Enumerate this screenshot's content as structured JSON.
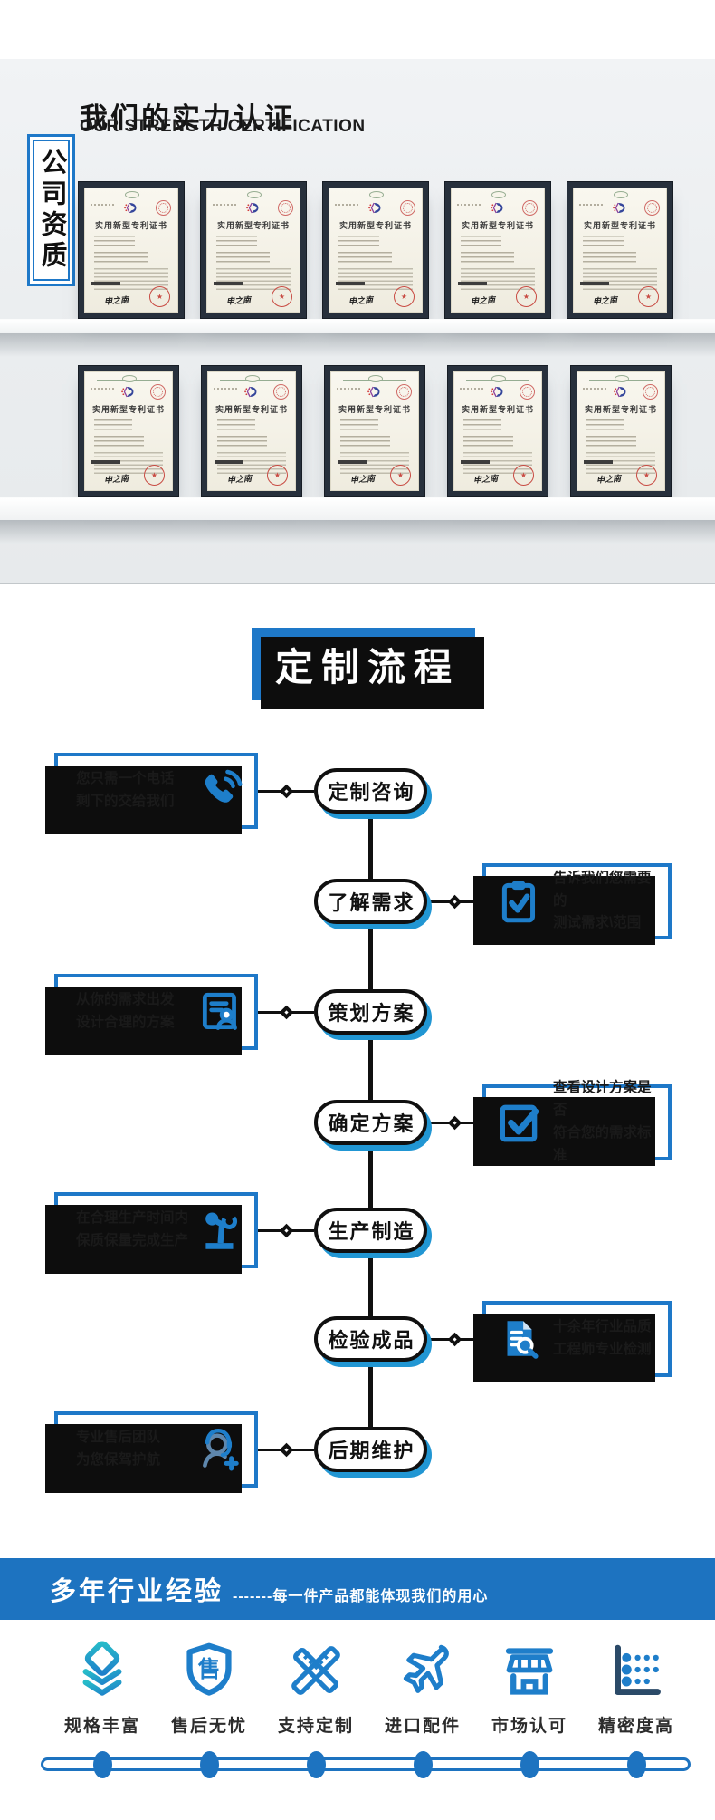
{
  "theme": {
    "accent": "#1e78c8",
    "accent_dark": "#1d73c0",
    "ink": "#101010",
    "node_shadow": "#2196d3",
    "teal": "#27bcc9"
  },
  "certification": {
    "tag": "公司资质",
    "title": "我们的实力认证",
    "subtitle": "OUR STRENGTH CERTIFICATION",
    "certificate": {
      "title": "实用新型专利证书",
      "signature": "申之南"
    },
    "shelves": [
      {
        "count": 5
      },
      {
        "count": 5
      }
    ]
  },
  "process": {
    "title": "定制流程",
    "steps": [
      {
        "node": "定制咨询",
        "side": "left",
        "icon": "phone-icon",
        "note_lines": [
          "您只需一个电话",
          "剩下的交给我们"
        ]
      },
      {
        "node": "了解需求",
        "side": "right",
        "icon": "clipboard-check-icon",
        "note_lines": [
          "告诉我们您需要的",
          "测试需求\\范围"
        ]
      },
      {
        "node": "策划方案",
        "side": "left",
        "icon": "document-user-icon",
        "note_lines": [
          "从你的需求出发",
          "设计合理的方案"
        ]
      },
      {
        "node": "确定方案",
        "side": "right",
        "icon": "checkbox-icon",
        "note_lines": [
          "查看设计方案是否",
          "符合您的需求标准"
        ]
      },
      {
        "node": "生产制造",
        "side": "left",
        "icon": "robot-arm-icon",
        "note_lines": [
          "在合理生产时间内",
          "保质保量完成生产"
        ]
      },
      {
        "node": "检验成品",
        "side": "right",
        "icon": "document-search-icon",
        "note_lines": [
          "十余年行业品质",
          "工程师专业检测"
        ]
      },
      {
        "node": "后期维护",
        "side": "left",
        "icon": "headset-user-icon",
        "note_lines": [
          "专业售后团队",
          "为您保驾护航"
        ]
      }
    ]
  },
  "experience": {
    "title": "多年行业经验",
    "subtitle": "-------每一件产品都能体现我们的用心",
    "features": [
      {
        "label": "规格丰富",
        "icon": "layers-icon"
      },
      {
        "label": "售后无忧",
        "icon": "shield-icon",
        "icon_text": "售"
      },
      {
        "label": "支持定制",
        "icon": "rulers-icon"
      },
      {
        "label": "进口配件",
        "icon": "plane-icon"
      },
      {
        "label": "市场认可",
        "icon": "store-icon"
      },
      {
        "label": "精密度高",
        "icon": "precision-icon"
      }
    ]
  }
}
